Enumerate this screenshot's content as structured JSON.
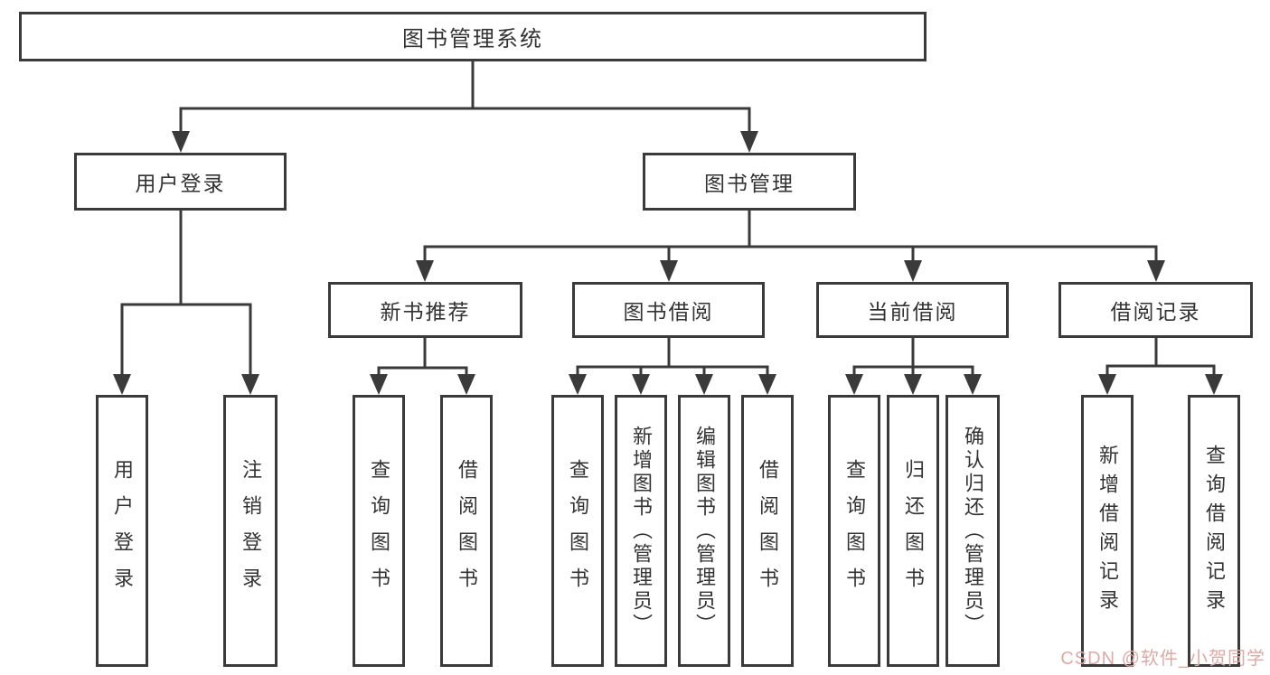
{
  "diagram": {
    "title": "图书管理系统",
    "type": "hierarchy-tree"
  },
  "nodes": {
    "root": {
      "label": "图书管理系统"
    },
    "user_login": {
      "label": "用户登录"
    },
    "book_mgmt": {
      "label": "图书管理"
    },
    "new_book_rec": {
      "label": "新书推荐"
    },
    "book_borrow": {
      "label": "图书借阅"
    },
    "current_borrow": {
      "label": "当前借阅"
    },
    "borrow_record": {
      "label": "借阅记录"
    },
    "leaf_user_login": {
      "label": "用户登录"
    },
    "leaf_logout": {
      "label": "注销登录"
    },
    "rec_query": {
      "label": "查询图书"
    },
    "rec_borrow": {
      "label": "借阅图书"
    },
    "bb_query": {
      "label": "查询图书"
    },
    "bb_add": {
      "label": "新增图书（管理员）"
    },
    "bb_edit": {
      "label": "编辑图书（管理员）"
    },
    "bb_borrow": {
      "label": "借阅图书"
    },
    "cb_query": {
      "label": "查询图书"
    },
    "cb_return": {
      "label": "归还图书"
    },
    "cb_confirm": {
      "label": "确认归还（管理员）"
    },
    "br_add": {
      "label": "新增借阅记录"
    },
    "br_query": {
      "label": "查询借阅记录"
    }
  },
  "hierarchy": [
    {
      "parent": "root",
      "children": [
        "user_login",
        "book_mgmt"
      ]
    },
    {
      "parent": "user_login",
      "children": [
        "leaf_user_login",
        "leaf_logout"
      ]
    },
    {
      "parent": "book_mgmt",
      "children": [
        "new_book_rec",
        "book_borrow",
        "current_borrow",
        "borrow_record"
      ]
    },
    {
      "parent": "new_book_rec",
      "children": [
        "rec_query",
        "rec_borrow"
      ]
    },
    {
      "parent": "book_borrow",
      "children": [
        "bb_query",
        "bb_add",
        "bb_edit",
        "bb_borrow"
      ]
    },
    {
      "parent": "current_borrow",
      "children": [
        "cb_query",
        "cb_return",
        "cb_confirm"
      ]
    },
    {
      "parent": "borrow_record",
      "children": [
        "br_add",
        "br_query"
      ]
    }
  ],
  "watermark": {
    "text": "CSDN @软件_小贺同学",
    "color": "#dfaaa5"
  },
  "colors": {
    "line": "#3a3a3a",
    "box_border": "#3a3a3a",
    "box_bg": "#ffffff",
    "text": "#333333",
    "page_bg": "#ffffff"
  }
}
